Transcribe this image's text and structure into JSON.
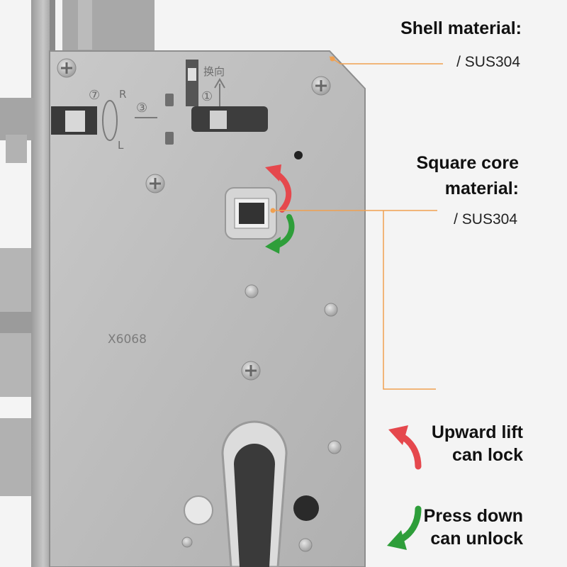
{
  "product": {
    "model_stamp": "X6068",
    "plate_marks": {
      "rotate_r": "R",
      "rotate_l": "L",
      "step_1": "①",
      "step_2": "⑦",
      "step_3": "③",
      "swap_direction": "换向"
    }
  },
  "callouts": {
    "shell": {
      "title": "Shell material:",
      "value": "/ SUS304"
    },
    "core": {
      "title_line1": "Square core",
      "title_line2": "material:",
      "value": "/ SUS304"
    },
    "leader_color": "#f0a050"
  },
  "legend": {
    "lock": {
      "line1": "Upward lift",
      "line2": "can lock",
      "color": "#e5484d",
      "icon": "curved-arrow-up-icon"
    },
    "unlock": {
      "line1": "Press down",
      "line2": "can unlock",
      "color": "#2e9e3a",
      "icon": "curved-arrow-down-icon"
    }
  },
  "colors": {
    "steel": "#bdbdbd",
    "background": "#f4f4f4"
  }
}
